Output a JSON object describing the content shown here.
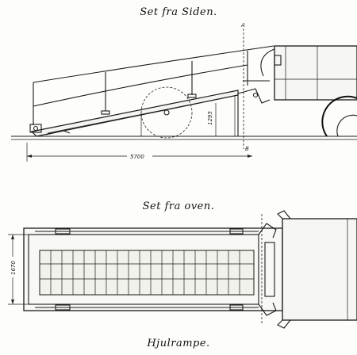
{
  "captions": {
    "side_view": "Set fra Siden.",
    "top_view": "Set fra oven.",
    "title": "Hjulrampe."
  },
  "dimensions": {
    "length": "5700",
    "height": "1295",
    "width": "1670"
  },
  "section_marks": {
    "top": "A",
    "bottom": "B"
  }
}
